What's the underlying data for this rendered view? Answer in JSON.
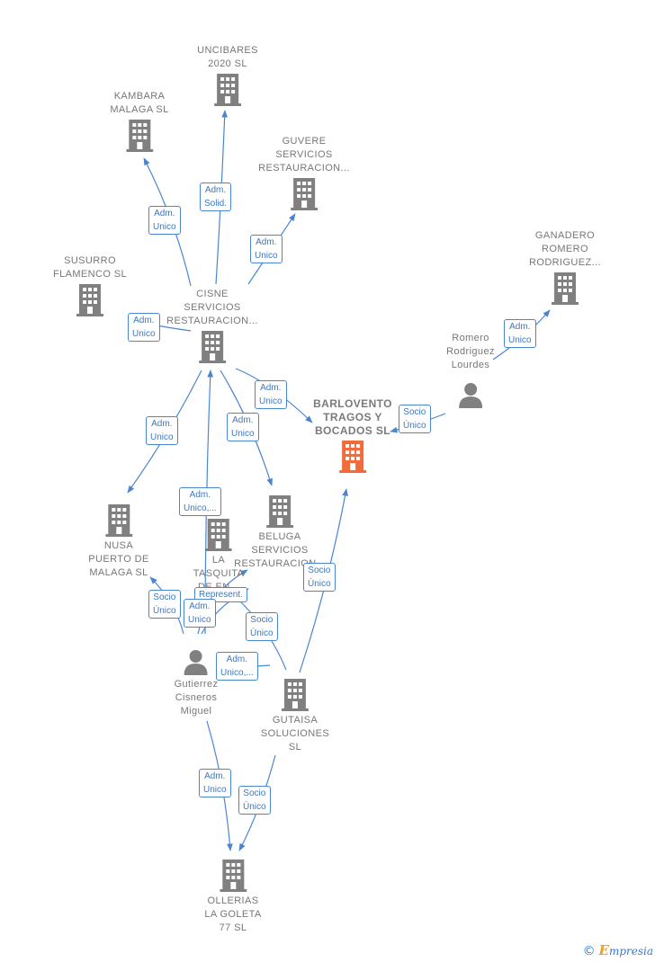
{
  "colors": {
    "edge": "#4a86d0",
    "node": "#808080",
    "focus": "#f26b3a"
  },
  "nodes": [
    {
      "id": "uncibares",
      "type": "company",
      "lines": [
        "UNCIBARES",
        "2020  SL"
      ]
    },
    {
      "id": "kambara",
      "type": "company",
      "lines": [
        "KAMBARA",
        "MALAGA  SL"
      ]
    },
    {
      "id": "guvere",
      "type": "company",
      "lines": [
        "GUVERE",
        "SERVICIOS",
        "RESTAURACION..."
      ]
    },
    {
      "id": "ganadero",
      "type": "company",
      "lines": [
        "GANADERO",
        "ROMERO",
        "RODRIGUEZ..."
      ]
    },
    {
      "id": "susurro",
      "type": "company",
      "lines": [
        "SUSURRO",
        "FLAMENCO  SL"
      ]
    },
    {
      "id": "cisne",
      "type": "company",
      "lines": [
        "CISNE",
        "SERVICIOS",
        "RESTAURACION..."
      ]
    },
    {
      "id": "romero",
      "type": "person",
      "lines": [
        "Romero",
        "Rodriguez",
        "Lourdes"
      ]
    },
    {
      "id": "barlovento",
      "type": "company",
      "focus": true,
      "lines": [
        "BARLOVENTO",
        "TRAGOS Y",
        "BOCADOS  SL"
      ]
    },
    {
      "id": "nusa",
      "type": "company",
      "lines": [
        "NUSA",
        "PUERTO DE",
        "MALAGA  SL"
      ]
    },
    {
      "id": "latasquita",
      "type": "company",
      "lines": [
        "LA",
        "TASQUITA",
        "DE EN..."
      ]
    },
    {
      "id": "beluga",
      "type": "company",
      "lines": [
        "BELUGA",
        "SERVICIOS",
        "RESTAURACION..."
      ]
    },
    {
      "id": "gutierrez",
      "type": "person",
      "lines": [
        "Gutierrez",
        "Cisneros",
        "Miguel"
      ]
    },
    {
      "id": "gutaisa",
      "type": "company",
      "lines": [
        "GUTAISA",
        "SOLUCIONES",
        "SL"
      ]
    },
    {
      "id": "ollerias",
      "type": "company",
      "lines": [
        "OLLERIAS",
        "LA GOLETA",
        "77  SL"
      ]
    }
  ],
  "edge_labels": [
    {
      "id": "e-cisne-uncibares",
      "lines": [
        "Adm.",
        "Solid."
      ]
    },
    {
      "id": "e-cisne-kambara",
      "lines": [
        "Adm.",
        "Unico"
      ]
    },
    {
      "id": "e-cisne-guvere",
      "lines": [
        "Adm.",
        "Unico"
      ]
    },
    {
      "id": "e-cisne-susurro",
      "lines": [
        "Adm.",
        "Unico"
      ]
    },
    {
      "id": "e-romero-ganadero",
      "lines": [
        "Adm.",
        "Unico"
      ]
    },
    {
      "id": "e-romero-barlovento",
      "lines": [
        "Socio",
        "Único"
      ]
    },
    {
      "id": "e-cisne-barlovento",
      "lines": [
        "Adm.",
        "Unico"
      ]
    },
    {
      "id": "e-cisne-beluga",
      "lines": [
        "Adm.",
        "Unico"
      ]
    },
    {
      "id": "e-cisne-nusa",
      "lines": [
        "Adm.",
        "Unico"
      ]
    },
    {
      "id": "e-gutierrez-cisne",
      "lines": [
        "Adm.",
        "Unico,..."
      ]
    },
    {
      "id": "e-gutaisa-barlovento",
      "lines": [
        "Socio",
        "Único"
      ]
    },
    {
      "id": "e-gutierrez-tasquita-rep",
      "lines": [
        "Represent."
      ]
    },
    {
      "id": "e-gutierrez-nusa",
      "lines": [
        "Socio",
        "Único"
      ]
    },
    {
      "id": "e-gutierrez-tasquita",
      "lines": [
        "Adm.",
        "Unico"
      ]
    },
    {
      "id": "e-gutaisa-tasquita",
      "lines": [
        "Socio",
        "Único"
      ]
    },
    {
      "id": "e-gutierrez-beluga",
      "lines": [
        "Adm.",
        "Unico,..."
      ]
    },
    {
      "id": "e-gutierrez-ollerias",
      "lines": [
        "Adm.",
        "Unico"
      ]
    },
    {
      "id": "e-gutaisa-ollerias",
      "lines": [
        "Socio",
        "Único"
      ]
    }
  ],
  "footer": {
    "copyright": "©",
    "brand_initial": "E",
    "brand_rest": "mpresia"
  }
}
